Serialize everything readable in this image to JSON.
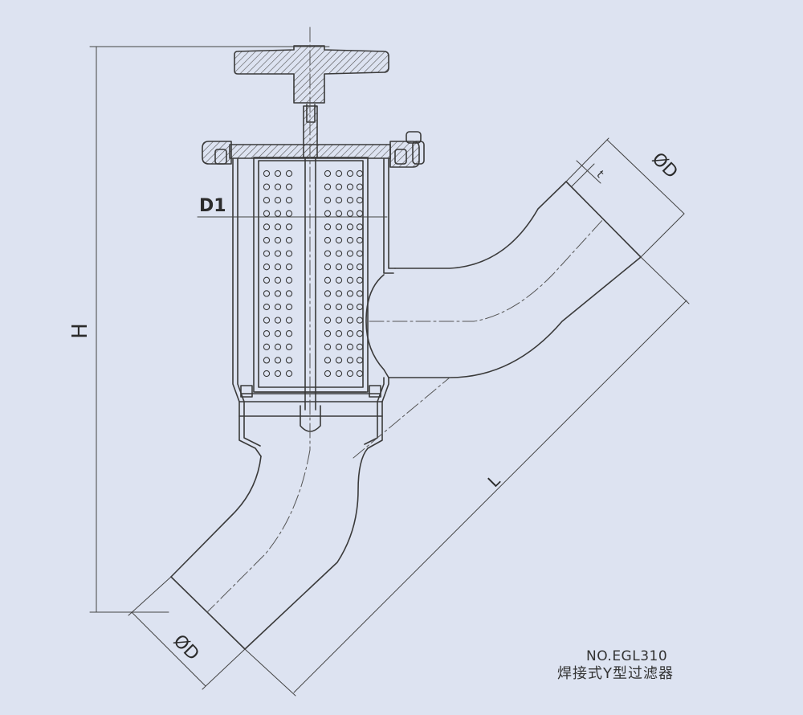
{
  "labels": {
    "height": "H",
    "inner_diameter": "D1",
    "pipe_diameter_outlet": "ØD",
    "pipe_diameter_inlet": "ØD",
    "wall_thickness": "t",
    "length": "L"
  },
  "caption": {
    "model": "NO.EGL310",
    "name": "焊接式Y型过滤器"
  },
  "colors": {
    "background": "#dde3f1",
    "line": "#3a3a3a",
    "hatch": "#555555"
  }
}
